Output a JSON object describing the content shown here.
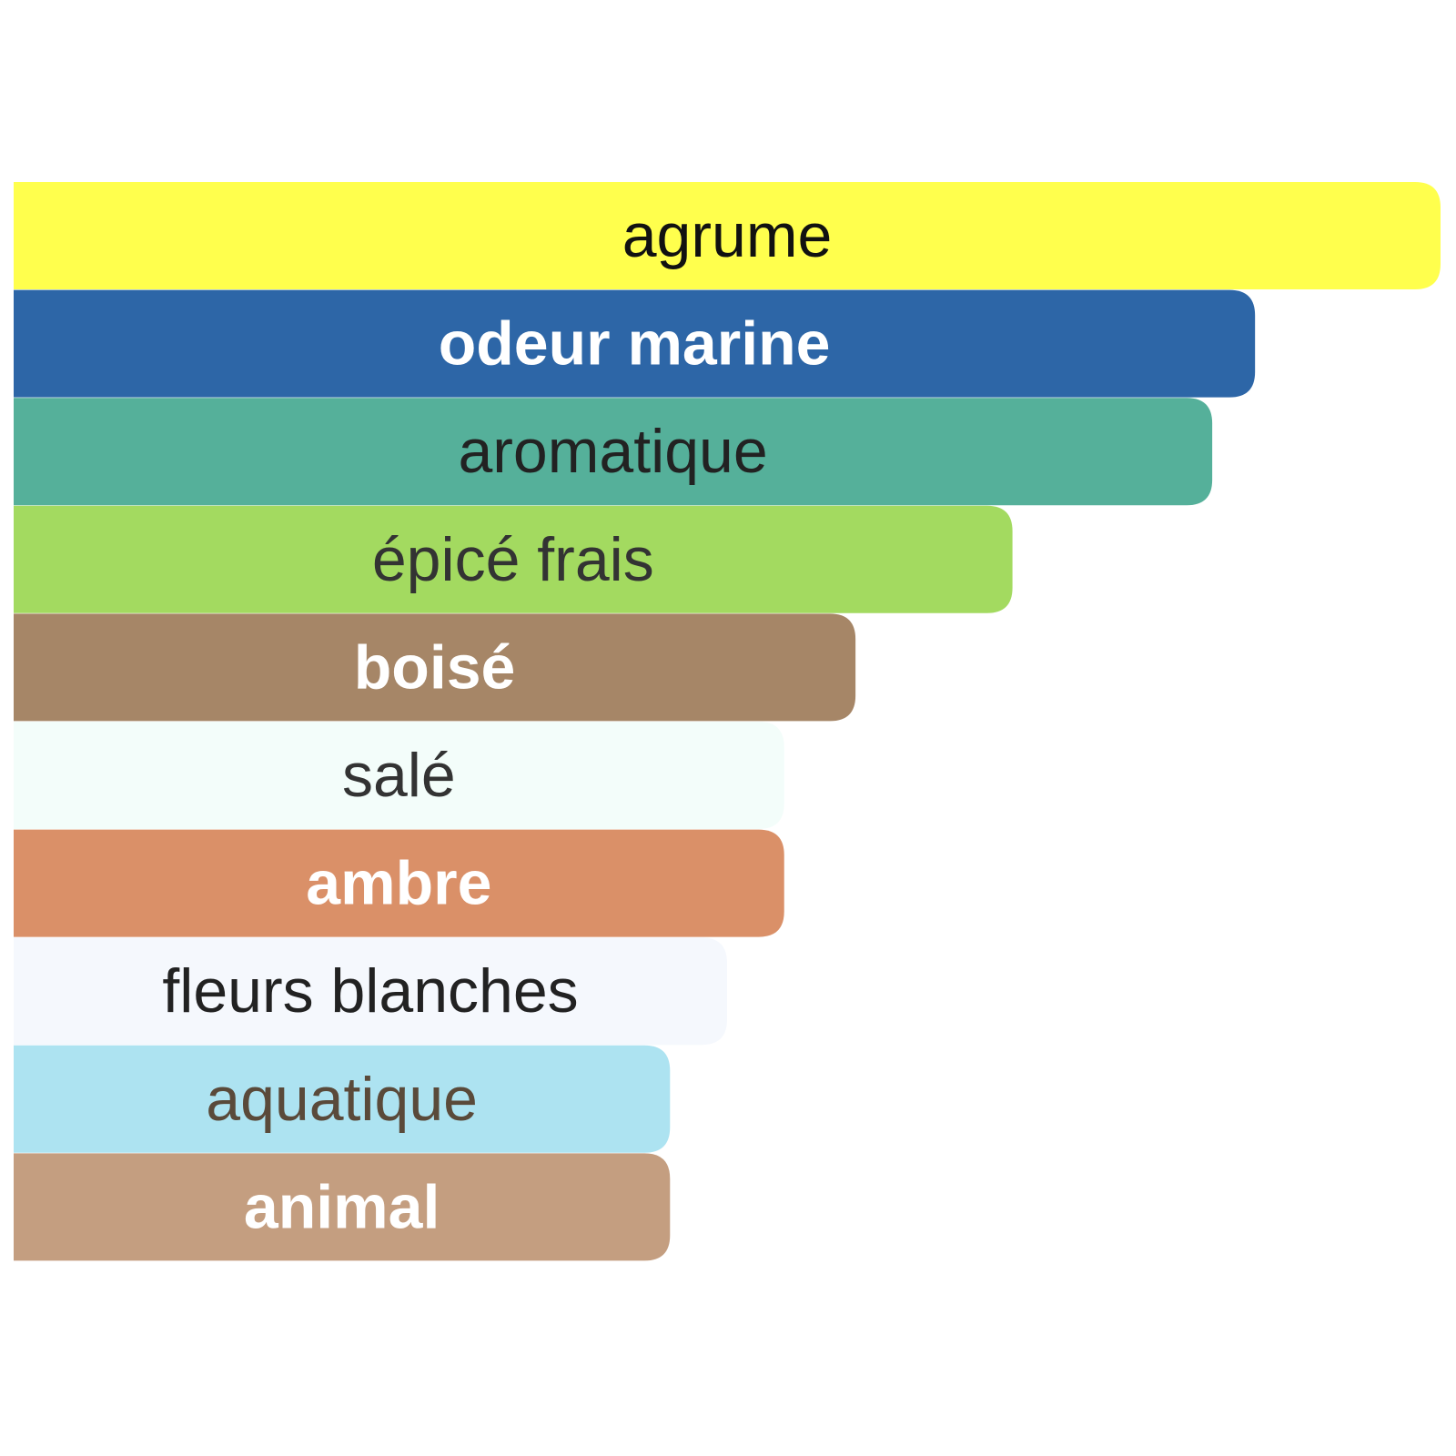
{
  "chart_data": {
    "type": "bar",
    "orientation": "horizontal",
    "title": "",
    "xlabel": "",
    "ylabel": "",
    "xlim": [
      0,
      100
    ],
    "grid": false,
    "legend": "none",
    "categories": [
      "agrume",
      "odeur marine",
      "aromatique",
      "épicé frais",
      "boisé",
      "salé",
      "ambre",
      "fleurs blanches",
      "aquatique",
      "animal"
    ],
    "values": [
      100,
      87,
      84,
      70,
      59,
      54,
      54,
      50,
      46,
      46
    ],
    "colors": [
      "#ffff4d",
      "#2d66a7",
      "#55b09a",
      "#a3da60",
      "#a68667",
      "#f3fdfa",
      "#da9068",
      "#f5f8fd",
      "#ade3f1",
      "#c49e80"
    ],
    "label_colors": [
      "#111111",
      "#ffffff",
      "#222222",
      "#333333",
      "#ffffff",
      "#333333",
      "#ffffff",
      "#222222",
      "#5a4a3a",
      "#ffffff"
    ],
    "label_bold": [
      false,
      true,
      false,
      false,
      true,
      false,
      true,
      false,
      false,
      true
    ]
  }
}
